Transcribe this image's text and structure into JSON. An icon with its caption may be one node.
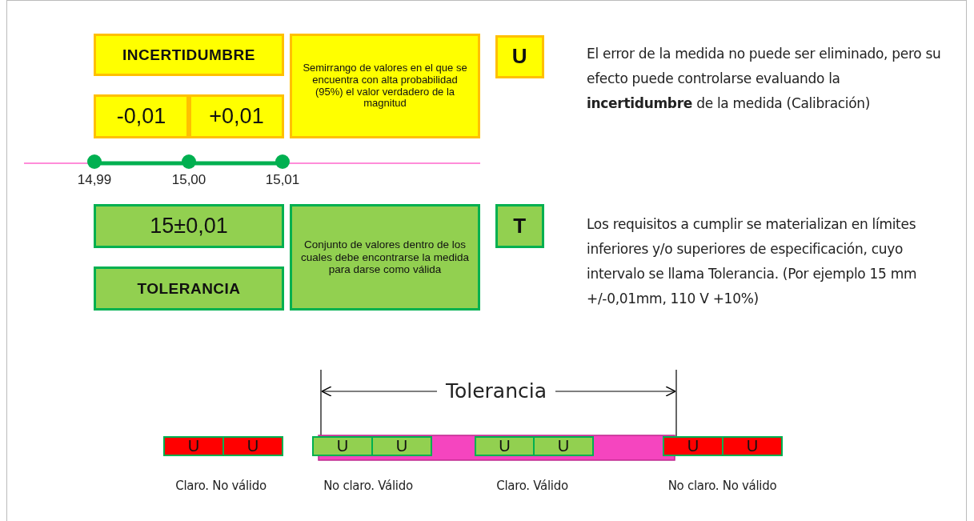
{
  "diagram": {
    "nodes": [
      {
        "text": [
          "INCERTIDUMBRE"
        ]
      },
      {
        "text": [
          "-0,01"
        ]
      },
      {
        "text": [
          "+0,01"
        ]
      },
      {
        "text": [
          "Semirrango de valores en el que se encuentra con alta probabilidad (95%) el valor verdadero de la magnitud"
        ]
      },
      {
        "text": [
          "U"
        ]
      },
      {
        "text": [
          "15±0,01"
        ]
      },
      {
        "text": [
          "TOLERANCIA"
        ]
      },
      {
        "text": [
          "Conjunto de valores dentro de los cuales debe encontrarse la medida para darse como válida"
        ]
      },
      {
        "text": [
          "T"
        ]
      },
      {
        "text": [
          "U"
        ]
      },
      {
        "text": [
          "U"
        ]
      },
      {
        "text": [
          "U"
        ]
      },
      {
        "text": [
          "U"
        ]
      },
      {
        "text": [
          "U"
        ]
      },
      {
        "text": [
          "U"
        ]
      },
      {
        "text": [
          "U"
        ]
      },
      {
        "text": [
          "U"
        ]
      }
    ],
    "labels": [
      "El error de la medida no puede ser eliminado, pero su efecto puede controlarse evaluando la **incertidumbre** de la medida (Calibración)",
      "14,99",
      "15,00",
      "15,01",
      "Los requisitos a cumplir se materializan en límites inferiores y/o superiores de especificación, cuyo intervalo se llama Tolerancia. (Por ejemplo 15 mm +/-0,01mm, 110 V +10%)",
      "Tolerancia",
      "Claro. No válido",
      "No claro. Válido",
      "Claro. Válido",
      "No claro. No válido"
    ]
  }
}
